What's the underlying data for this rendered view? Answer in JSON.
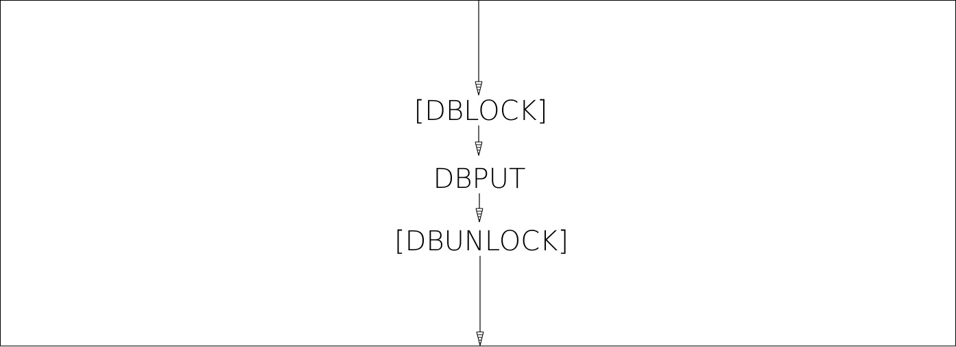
{
  "diagram": {
    "nodes": [
      {
        "id": "dblock",
        "label": "[DBLOCK]"
      },
      {
        "id": "dbput",
        "label": "DBPUT"
      },
      {
        "id": "dbunlock",
        "label": "[DBUNLOCK]"
      }
    ],
    "edges": [
      {
        "from": "entry",
        "to": "dblock"
      },
      {
        "from": "dblock",
        "to": "dbput"
      },
      {
        "from": "dbput",
        "to": "dbunlock"
      },
      {
        "from": "dbunlock",
        "to": "exit"
      }
    ],
    "colors": {
      "line": "#000000",
      "background": "#ffffff"
    }
  }
}
